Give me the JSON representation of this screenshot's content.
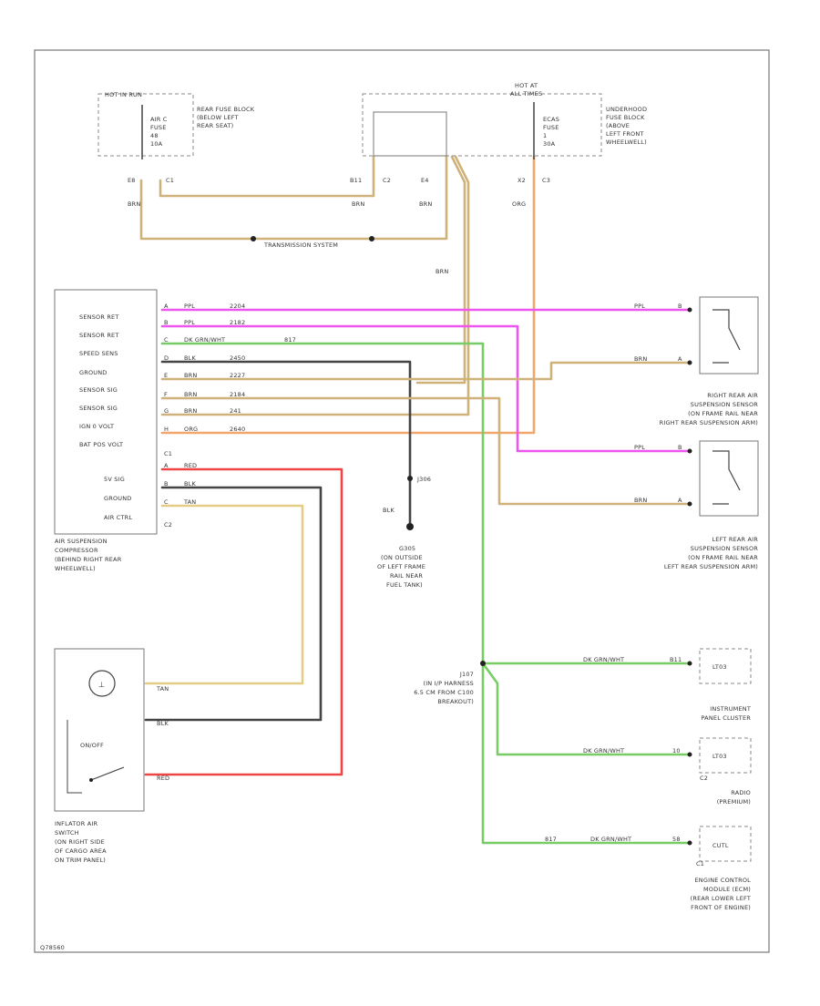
{
  "colors": {
    "brn": "#cfb27a",
    "ppl": "#ee55ee",
    "grn": "#77cc66",
    "blk": "#444444",
    "org": "#f1a66c",
    "tan": "#e5cc86",
    "red": "#ee4444",
    "border": "#777777"
  },
  "fuses": {
    "hot_in_run": "HOT IN RUN",
    "rear_fuse": [
      "AIR C",
      "FUSE",
      "48",
      "10A"
    ],
    "rear_block": [
      "REAR FUSE BLOCK",
      "(BELOW LEFT",
      "REAR SEAT)"
    ],
    "hot_at_all": [
      "HOT AT",
      "ALL TIMES"
    ],
    "underhood_fuse": [
      "ECAS",
      "FUSE",
      "1",
      "30A"
    ],
    "underhood_block": [
      "UNDERHOOD",
      "FUSE BLOCK",
      "(ABOVE",
      "LEFT FRONT",
      "WHEELWELL)"
    ]
  },
  "pins_top": {
    "e8": "E8",
    "c1": "C1",
    "b11": "B11",
    "c2": "C2",
    "e4": "E4",
    "x2": "X2",
    "c3": "C3",
    "w1": "BRN",
    "w2": "BRN",
    "w3": "BRN",
    "w4": "ORG"
  },
  "transmission": "TRANSMISSION SYSTEM",
  "brn_mid": "BRN",
  "compressor": {
    "pins": [
      "SENSOR RET",
      "SENSOR RET",
      "SPEED SENS",
      "GROUND",
      "SENSOR SIG",
      "SENSOR SIG",
      "IGN 0 VOLT",
      "BAT POS VOLT"
    ],
    "pins2": [
      "5V SIG",
      "GROUND",
      "AIR CTRL"
    ],
    "c1": "C1",
    "c2": "C2",
    "label": [
      "AIR SUSPENSION",
      "COMPRESSOR",
      "(BEHIND RIGHT REAR",
      "WHEELWELL)"
    ]
  },
  "wires_c1": [
    {
      "num": "A",
      "color": "PPL",
      "circ": "2204"
    },
    {
      "num": "B",
      "color": "PPL",
      "circ": "2182"
    },
    {
      "num": "C",
      "color": "DK GRN/WHT",
      "circ": "817"
    },
    {
      "num": "D",
      "color": "BLK",
      "circ": "2450"
    },
    {
      "num": "E",
      "color": "BRN",
      "circ": "2227"
    },
    {
      "num": "F",
      "color": "BRN",
      "circ": "2184"
    },
    {
      "num": "G",
      "color": "BRN",
      "circ": "241"
    },
    {
      "num": "H",
      "color": "ORG",
      "circ": "2640"
    }
  ],
  "wires_c2": [
    {
      "num": "A",
      "color": "RED"
    },
    {
      "num": "B",
      "color": "BLK"
    },
    {
      "num": "C",
      "color": "TAN"
    }
  ],
  "ground": {
    "splice": "J306",
    "color": "BLK",
    "name": "G305",
    "label": [
      "(ON OUTSIDE",
      "OF LEFT FRAME",
      "RAIL NEAR",
      "FUEL TANK)"
    ]
  },
  "right_sensor": {
    "w1": "PPL",
    "w2": "BRN",
    "p1": "B",
    "p2": "A",
    "label": [
      "RIGHT REAR AIR",
      "SUSPENSION SENSOR",
      "(ON FRAME RAIL NEAR",
      "RIGHT REAR SUSPENSION ARM)"
    ]
  },
  "left_sensor": {
    "w1": "PPL",
    "w2": "BRN",
    "p1": "B",
    "p2": "A",
    "label": [
      "LEFT REAR AIR",
      "SUSPENSION SENSOR",
      "(ON FRAME RAIL NEAR",
      "LEFT REAR SUSPENSION ARM)"
    ]
  },
  "switch": {
    "tan": "TAN",
    "blk": "BLK",
    "red": "RED",
    "onoff": "ON/OFF",
    "label": [
      "INFLATOR AIR",
      "SWITCH",
      "(ON RIGHT SIDE",
      "OF CARGO AREA",
      "ON TRIM PANEL)"
    ]
  },
  "junction": {
    "name": "J107",
    "label": [
      "(IN I/P HARNESS",
      "6.5 CM FROM C100",
      "BREAKOUT)"
    ]
  },
  "modules": [
    {
      "wire": "DK GRN/WHT",
      "pin": "B11",
      "code": "LT03",
      "conn": "",
      "label": [
        "INSTRUMENT",
        "PANEL CLUSTER"
      ]
    },
    {
      "wire": "DK GRN/WHT",
      "pin": "10",
      "code": "LT03",
      "conn": "C2",
      "label": [
        "RADIO",
        "(PREMIUM)"
      ]
    },
    {
      "wire": "DK GRN/WHT",
      "pin": "58",
      "code": "CUTL",
      "conn": "C1",
      "circ": "817",
      "label": [
        "ENGINE CONTROL",
        "MODULE (ECM)",
        "(REAR LOWER LEFT",
        "FRONT OF ENGINE)"
      ]
    }
  ],
  "footer": "Q78560"
}
